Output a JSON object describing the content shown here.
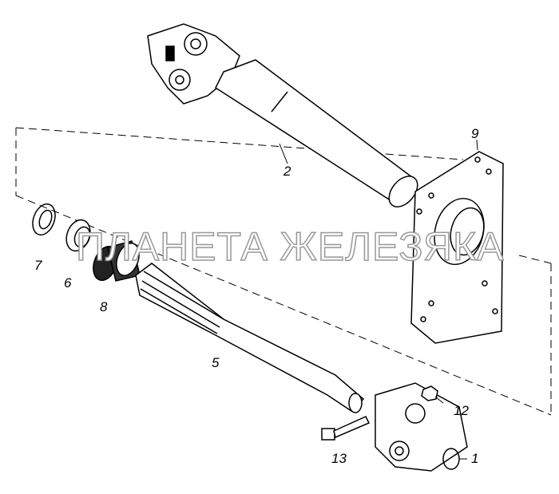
{
  "labels": {
    "p1": "1",
    "p2": "2",
    "p5": "5",
    "p6": "6",
    "p7": "7",
    "p8": "8",
    "p9": "9",
    "p12": "12",
    "p13": "13"
  },
  "watermark": "ПЛАНЕТА ЖЕЛЕЗЯКА"
}
